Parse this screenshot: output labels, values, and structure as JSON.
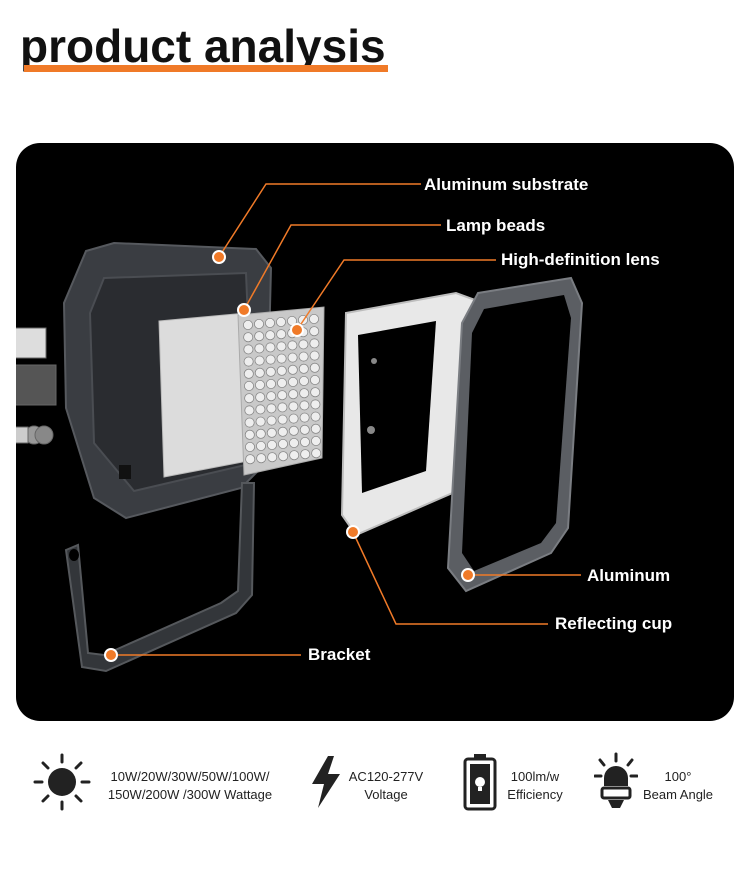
{
  "heading": "product analysis",
  "accent_color": "#f07a28",
  "callouts": {
    "aluminum_substrate": "Aluminum substrate",
    "lamp_beads": "Lamp beads",
    "lens": "High-definition lens",
    "aluminum": "Aluminum",
    "reflecting_cup": "Reflecting cup",
    "bracket": "Bracket"
  },
  "features": [
    {
      "icon": "sun-icon",
      "line1": "10W/20W/30W/50W/100W/",
      "line2": "150W/200W /300W Wattage"
    },
    {
      "icon": "lightning-icon",
      "line1": "AC120-277V",
      "line2": "Voltage"
    },
    {
      "icon": "battery-icon",
      "line1": "100lm/w",
      "line2": "Efficiency"
    },
    {
      "icon": "bulb-icon",
      "line1": "100°",
      "line2": "Beam Angle"
    }
  ]
}
